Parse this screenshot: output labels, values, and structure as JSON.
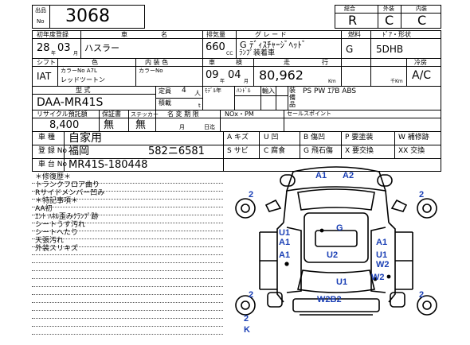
{
  "header": {
    "lot_label_1": "出品",
    "lot_label_2": "No",
    "lot_number": "3068",
    "grade_labels": [
      "総合",
      "外装",
      "内装"
    ],
    "grade_values": [
      "R",
      "C",
      "C"
    ]
  },
  "row1": {
    "labels": [
      "初年度登録",
      "車",
      "名",
      "排気量",
      "グ レ ー ド",
      "燃料",
      "ﾄﾞｱ・形状"
    ],
    "year": "28",
    "month": "03",
    "year_unit": "年",
    "month_unit": "月",
    "car_name": "ハスラー",
    "displacement": "660",
    "cc_unit": "CC",
    "grade_line1": "G ﾃﾞｨｽﾁｬｰｼﾞﾍｯﾄﾞ",
    "grade_line2": "ﾗﾝﾌﾟ装着車",
    "fuel": "G",
    "door_shape": "5DHB"
  },
  "row2": {
    "labels": [
      "シフト",
      "色",
      "内 装 色",
      "車",
      "検",
      "走",
      "行",
      "冷房"
    ],
    "shift": "IAT",
    "color_line1": "カラーNo A7L",
    "color_line2": "レッドツートン",
    "interior_color": "カラーNo",
    "inspection_year": "09",
    "inspection_month": "04",
    "year_unit": "年",
    "month_unit": "月",
    "mileage": "80,962",
    "km_unit": "Km",
    "thousand_km_unit": "千Km",
    "ac": "A/C"
  },
  "row3": {
    "model_label": "型 式",
    "model": "DAA-MR41S",
    "capacity_label": "定員",
    "capacity": "4",
    "capacity_unit": "人",
    "load_label": "積載",
    "load_unit": "t",
    "model_year_label": "ﾓﾃﾞﾙ年",
    "handle_label": "ﾊﾝﾄﾞﾙ",
    "import_label": "輸入",
    "equipment_label": "装備品",
    "equipment": "PS PW ｴｱB ABS"
  },
  "row4": {
    "recycle_label": "リサイクル預託額",
    "recycle_value": "8,400",
    "warranty_label": "保証書",
    "warranty_value": "無",
    "sticker_label": "ステッカー",
    "sticker_value": "無",
    "name_change_label": "名 変 期 限",
    "month_unit": "月",
    "day_unit": "日迄",
    "nox_label": "NOx・PM",
    "sales_point_label": "セールスポイント"
  },
  "vehicle": {
    "usage_label": "車 種",
    "usage_value": "自家用",
    "registration_label": "登 録 No",
    "registration_area": "福岡",
    "registration_number": "582ニ6581",
    "chassis_label": "車 台 No",
    "chassis_number": "MR41S-180448"
  },
  "legend": [
    {
      "code": "A",
      "text": "キズ"
    },
    {
      "code": "U",
      "text": "凹"
    },
    {
      "code": "B",
      "text": "傷凹"
    },
    {
      "code": "P",
      "text": "要塗装"
    },
    {
      "code": "W",
      "text": "補修跡"
    },
    {
      "code": "S",
      "text": "サビ"
    },
    {
      "code": "C",
      "text": "腐食"
    },
    {
      "code": "G",
      "text": "飛石傷"
    },
    {
      "code": "X",
      "text": "要交換"
    },
    {
      "code": "XX",
      "text": "交換"
    }
  ],
  "notes": [
    "＊修復歴＊",
    "トランクフロア曲り",
    "Rサイドメンバー凹み",
    "＊特記事項＊",
    "AA初",
    "ｴﾝﾄ ﾊﾈﾙ歪みｸﾗﾝﾌﾟ跡",
    "シートうす汚れ",
    "シートへたり",
    "天張汚れ",
    "外装スリキズ"
  ],
  "diagram_marks": {
    "top_a1": "A1",
    "top_a2": "A2",
    "left_front_tire": "2",
    "right_front_tire": "2",
    "g_roof": "G",
    "u1_left": "U1",
    "a1_left_upper": "A1",
    "a1_left_lower": "A1",
    "u2_center": "U2",
    "a1_right": "A1",
    "u1_right": "U1",
    "w2_right_upper": "W2",
    "u1_lower": "U1",
    "w2_right_lower": "W2",
    "left_rear_tire": "2",
    "right_rear_tire": "2",
    "rear_w2b2": "W2B2",
    "bottom_2": "2",
    "bottom_k": "K"
  }
}
